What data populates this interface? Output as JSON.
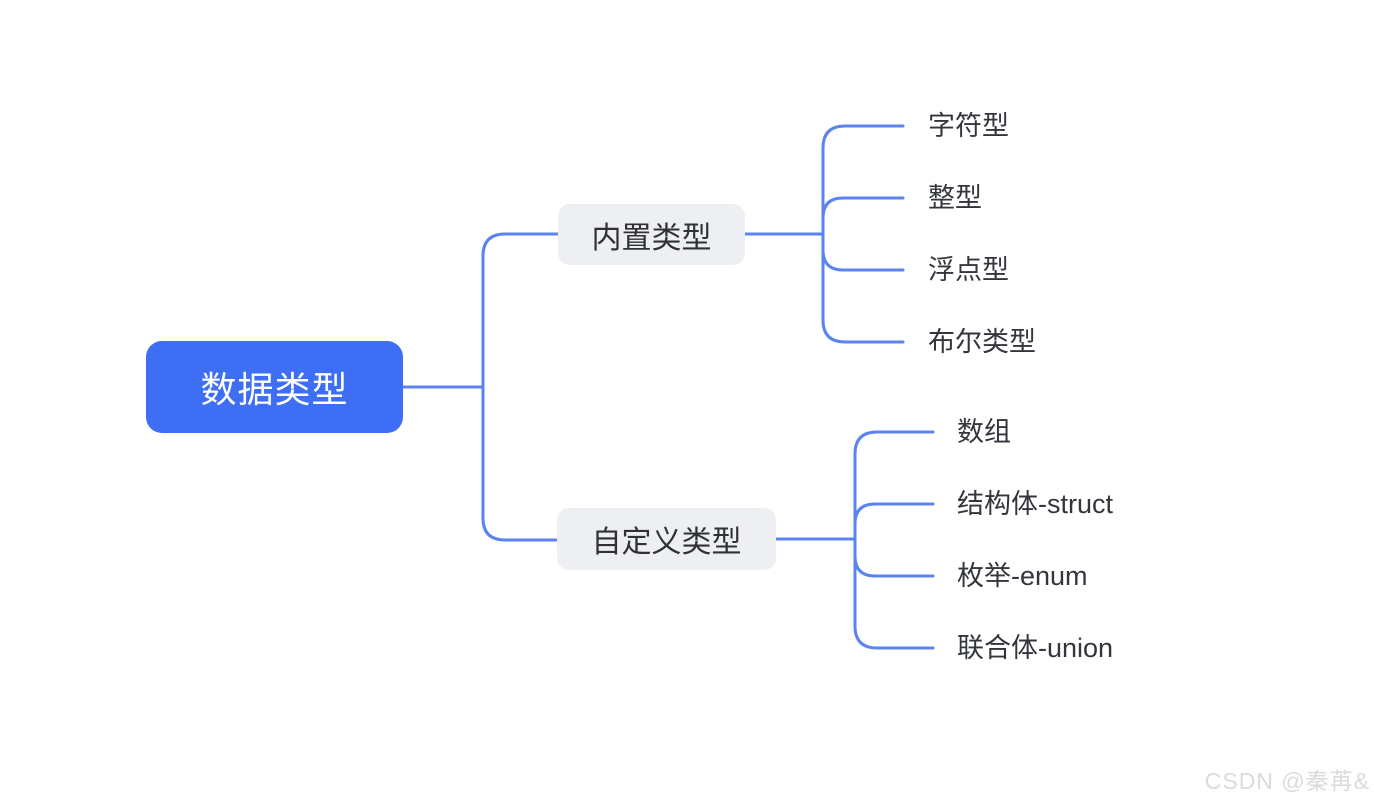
{
  "root": {
    "label": "数据类型"
  },
  "branches": [
    {
      "label": "内置类型",
      "children": [
        {
          "label": "字符型"
        },
        {
          "label": "整型"
        },
        {
          "label": "浮点型"
        },
        {
          "label": "布尔类型"
        }
      ]
    },
    {
      "label": "自定义类型",
      "children": [
        {
          "label": "数组"
        },
        {
          "label": "结构体-struct"
        },
        {
          "label": "枚举-enum"
        },
        {
          "label": "联合体-union"
        }
      ]
    }
  ],
  "watermark": "CSDN @秦苒&",
  "colors": {
    "root_bg": "#3D6EF3",
    "root_text": "#FFFFFF",
    "branch_bg": "#EEEFF2",
    "branch_text": "#2F3136",
    "leaf_text": "#33363C",
    "connector": "#5B83F1",
    "watermark_text": "#DBDBDB"
  }
}
